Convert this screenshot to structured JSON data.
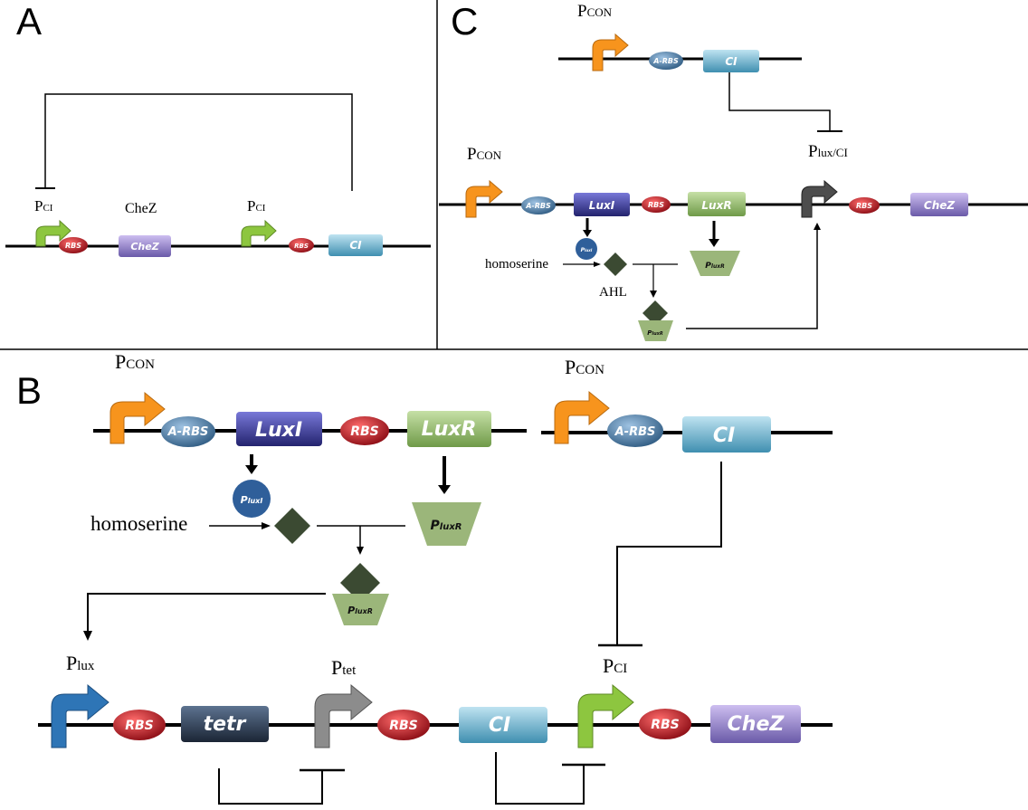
{
  "panels": {
    "A": "A",
    "B": "B",
    "C": "C"
  },
  "labels": {
    "pci": "P",
    "pci_sub": "CI",
    "chez_protein": "CheZ",
    "pcon": "P",
    "pcon_sub": "CON",
    "plux": "P",
    "plux_sub": "lux",
    "ptet": "P",
    "ptet_sub": "tet",
    "pluxci": "P",
    "pluxci_sub": "lux/CI",
    "homoserine": "homoserine",
    "ahl": "AHL"
  },
  "parts": {
    "rbs": "RBS",
    "arbs": "A-RBS",
    "chez": "CheZ",
    "ci": "CI",
    "luxi": "LuxI",
    "luxr": "LuxR",
    "tetr": "tetr"
  },
  "proteins": {
    "pluxi": "P",
    "pluxi_sub": "luxI",
    "pluxr": "P",
    "pluxr_sub": "luxR"
  },
  "colors": {
    "promoter_green": "#8dc63f",
    "promoter_orange": "#f7941d",
    "promoter_blue": "#2e75b6",
    "promoter_gray": "#8c8c8c",
    "promoter_dark": "#4d4d4d",
    "rbs_red": "#c1121f",
    "arbs_blue": "#4f7fa8",
    "chez_purple": "#8e7cc3",
    "ci_cyan": "#6fb3cf",
    "luxi_indigo": "#3b3b9a",
    "luxr_green": "#93b96b",
    "tetr_navy": "#2b3a4f",
    "ahl_diamond": "#3b4a32",
    "pluxi_circle": "#2f5f9a",
    "pluxr_trap": "#9bb67a"
  }
}
